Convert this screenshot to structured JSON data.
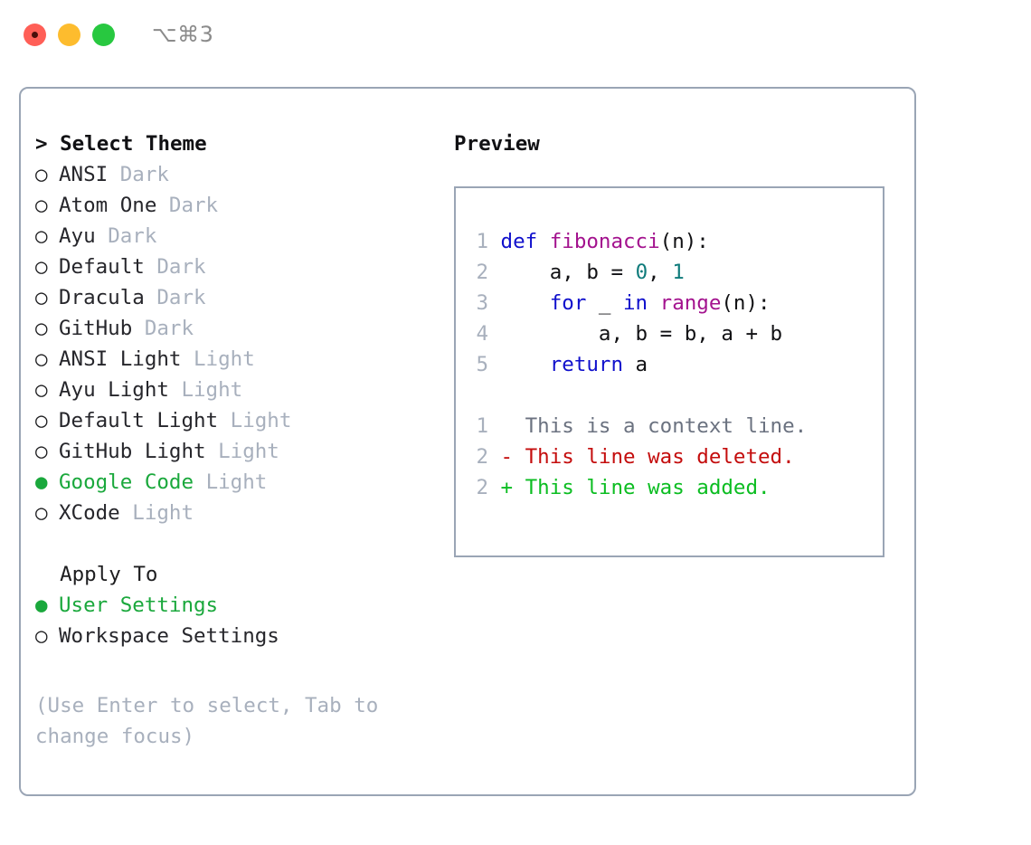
{
  "titlebar": {
    "shortcut": "⌥⌘3",
    "buttons": [
      {
        "name": "close",
        "color": "#ff5f57"
      },
      {
        "name": "minimize",
        "color": "#fdbc2e"
      },
      {
        "name": "maximize",
        "color": "#28c840"
      }
    ]
  },
  "theme_picker": {
    "heading": "> Select Theme",
    "marker_unselected": "○",
    "marker_selected": "●",
    "items": [
      {
        "marker": "○",
        "name": "ANSI",
        "kind": "Dark",
        "selected": false
      },
      {
        "marker": "○",
        "name": "Atom One",
        "kind": "Dark",
        "selected": false
      },
      {
        "marker": "○",
        "name": "Ayu",
        "kind": "Dark",
        "selected": false
      },
      {
        "marker": "○",
        "name": "Default",
        "kind": "Dark",
        "selected": false
      },
      {
        "marker": "○",
        "name": "Dracula",
        "kind": "Dark",
        "selected": false
      },
      {
        "marker": "○",
        "name": "GitHub",
        "kind": "Dark",
        "selected": false
      },
      {
        "marker": "○",
        "name": "ANSI Light",
        "kind": "Light",
        "selected": false
      },
      {
        "marker": "○",
        "name": "Ayu Light",
        "kind": "Light",
        "selected": false
      },
      {
        "marker": "○",
        "name": "Default Light",
        "kind": "Light",
        "selected": false
      },
      {
        "marker": "○",
        "name": "GitHub Light",
        "kind": "Light",
        "selected": false
      },
      {
        "marker": "●",
        "name": "Google Code",
        "kind": "Light",
        "selected": true
      },
      {
        "marker": "○",
        "name": "XCode",
        "kind": "Light",
        "selected": false
      }
    ]
  },
  "apply_to": {
    "heading": "  Apply To",
    "items": [
      {
        "marker": "●",
        "name": "User Settings",
        "selected": true
      },
      {
        "marker": "○",
        "name": "Workspace Settings",
        "selected": false
      }
    ]
  },
  "hint": "(Use Enter to select, Tab to change focus)",
  "preview": {
    "title": "Preview",
    "code_lines": [
      {
        "lineno": "1",
        "tokens": [
          {
            "t": "def ",
            "c": "kw"
          },
          {
            "t": "fibonacci",
            "c": "fn"
          },
          {
            "t": "(n):",
            "c": "plain"
          }
        ]
      },
      {
        "lineno": "2",
        "tokens": [
          {
            "t": "    a, b = ",
            "c": "plain"
          },
          {
            "t": "0",
            "c": "num"
          },
          {
            "t": ", ",
            "c": "plain"
          },
          {
            "t": "1",
            "c": "num"
          }
        ]
      },
      {
        "lineno": "3",
        "tokens": [
          {
            "t": "    ",
            "c": "plain"
          },
          {
            "t": "for",
            "c": "kw"
          },
          {
            "t": " _ ",
            "c": "plain"
          },
          {
            "t": "in",
            "c": "kw"
          },
          {
            "t": " ",
            "c": "plain"
          },
          {
            "t": "range",
            "c": "fn"
          },
          {
            "t": "(n):",
            "c": "plain"
          }
        ]
      },
      {
        "lineno": "4",
        "tokens": [
          {
            "t": "        a, b = b, a + b",
            "c": "plain"
          }
        ]
      },
      {
        "lineno": "5",
        "tokens": [
          {
            "t": "    ",
            "c": "plain"
          },
          {
            "t": "return",
            "c": "kw"
          },
          {
            "t": " a",
            "c": "plain"
          }
        ]
      }
    ],
    "diff_lines": [
      {
        "lineno": "1",
        "text": "   This is a context line.",
        "c": "ctx"
      },
      {
        "lineno": "2",
        "text": " - This line was deleted.",
        "c": "del"
      },
      {
        "lineno": "2",
        "text": " + This line was added.",
        "c": "add"
      }
    ]
  },
  "colors": {
    "accent_green": "#1aa83c",
    "muted": "#a8b0bd",
    "border": "#9aa5b5",
    "keyword": "#1010cc",
    "function": "#a3128e",
    "number": "#0f7b7b",
    "diff_deleted": "#c40d0d",
    "diff_added": "#0bbd21",
    "diff_context": "#6b7280"
  }
}
